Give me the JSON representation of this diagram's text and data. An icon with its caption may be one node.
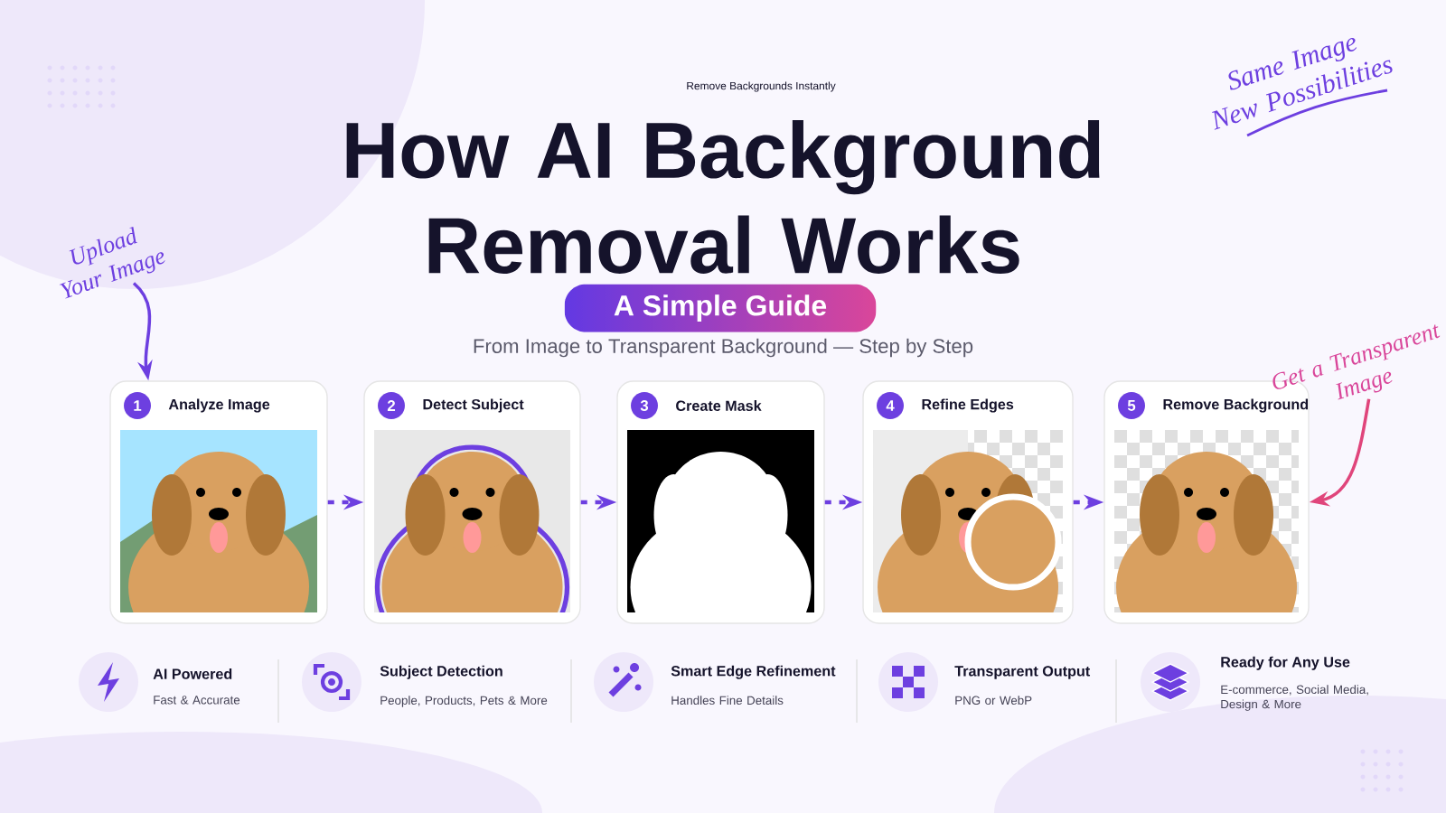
{
  "diagram": {
    "title": "How AI Background Removal Works",
    "nodes": [
      {
        "text": [
          "1",
          "Analyze Image"
        ]
      },
      {
        "text": [
          "2",
          "Detect Subject"
        ]
      },
      {
        "text": [
          "3",
          "Create Mask"
        ]
      },
      {
        "text": [
          "4",
          "Refine Edges"
        ]
      },
      {
        "text": [
          "5",
          "Remove Background"
        ]
      },
      {
        "text": [
          "Upload Your Image"
        ]
      },
      {
        "text": [
          "Get a Transparent Image"
        ]
      },
      {
        "text": [
          "A Simple Guide"
        ]
      }
    ],
    "edges": [
      {
        "from": 0,
        "to": 1,
        "arrow": "to",
        "style": "dashed"
      },
      {
        "from": 1,
        "to": 2,
        "arrow": "to",
        "style": "dashed"
      },
      {
        "from": 2,
        "to": 3,
        "arrow": "to",
        "style": "dashed"
      },
      {
        "from": 3,
        "to": 4,
        "arrow": "to",
        "style": "dashed"
      },
      {
        "from": 5,
        "to": 0,
        "arrow": "to"
      },
      {
        "from": 6,
        "to": 4,
        "arrow": "to",
        "color": "#e0457b"
      }
    ],
    "labels": [
      "Remove Backgrounds Instantly",
      "From Image to Transparent Background — Step by Step",
      "Same Image New Possibilities",
      "AI Powered",
      "Fast & Accurate",
      "Subject Detection",
      "People, Products, Pets & More",
      "Smart Edge Refinement",
      "Handles Fine Details",
      "Transparent Output",
      "PNG or WebP",
      "Ready for Any Use",
      "E-commerce, Social Media, Design & More"
    ]
  }
}
